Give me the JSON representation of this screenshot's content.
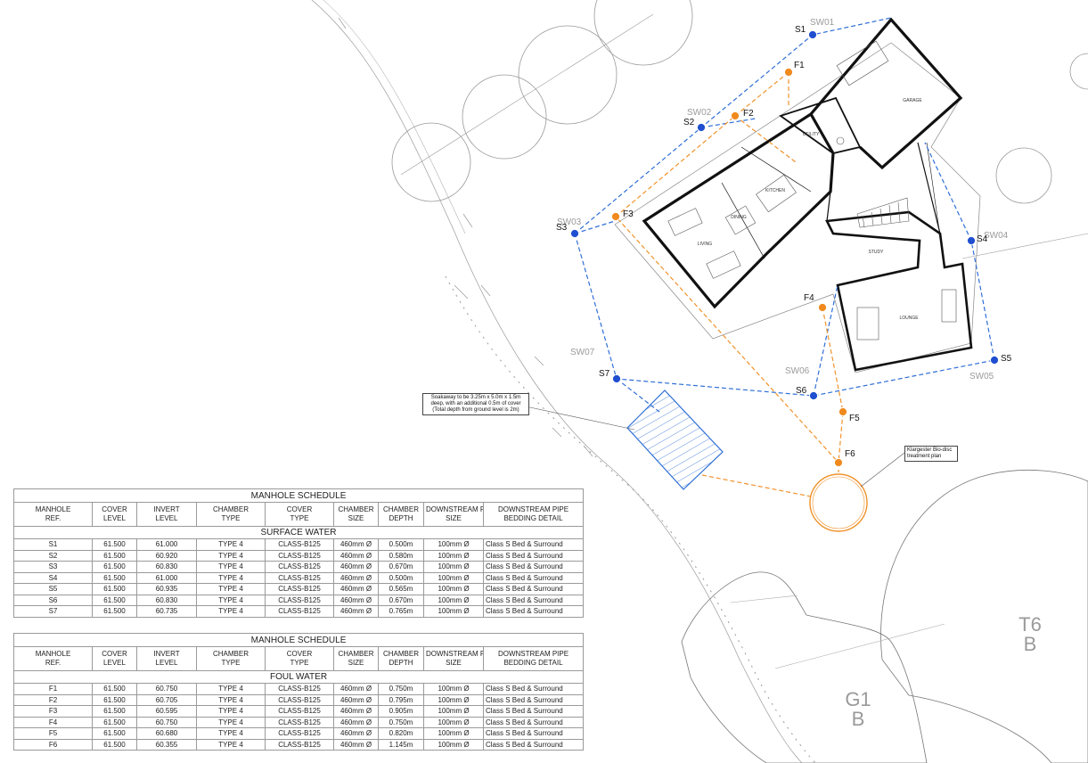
{
  "manholes": {
    "surface": [
      {
        "id": "S1",
        "label": "S1",
        "sw": "SW01"
      },
      {
        "id": "S2",
        "label": "S2",
        "sw": "SW02"
      },
      {
        "id": "S3",
        "label": "S3",
        "sw": "SW03"
      },
      {
        "id": "S4",
        "label": "S4",
        "sw": "SW04"
      },
      {
        "id": "S5",
        "label": "S5",
        "sw": "SW05"
      },
      {
        "id": "S6",
        "label": "S6",
        "sw": "SW06"
      },
      {
        "id": "S7",
        "label": "S7",
        "sw": "SW07"
      }
    ],
    "foul": [
      {
        "id": "F1",
        "label": "F1"
      },
      {
        "id": "F2",
        "label": "F2"
      },
      {
        "id": "F3",
        "label": "F3"
      },
      {
        "id": "F4",
        "label": "F4"
      },
      {
        "id": "F5",
        "label": "F5"
      },
      {
        "id": "F6",
        "label": "F6"
      }
    ]
  },
  "rooms": {
    "garage": "GARAGE",
    "utility": "UTILITY",
    "kitchen": "KITCHEN",
    "dining": "DINING",
    "living": "LIVING",
    "study": "STUDY",
    "lounge": "LOUNGE"
  },
  "tree_tags": {
    "g1_top": "G1",
    "g1_bottom": "B",
    "t6_top": "T6",
    "t6_bottom": "B"
  },
  "notes": {
    "soakaway": "Soakaway to be 3.25m x 5.0m x 1.5m deep, with an additional 0.5m of cover (Total depth from ground level is 2m)",
    "treatment": "Klargester Bio-disc treatment plan"
  },
  "schedule_headers": [
    "MANHOLE REF.",
    "COVER LEVEL",
    "INVERT LEVEL",
    "CHAMBER TYPE",
    "COVER TYPE",
    "CHAMBER SIZE",
    "CHAMBER DEPTH",
    "DOWNSTREAM PIPE SIZE",
    "DOWNSTREAM PIPE BEDDING DETAIL"
  ],
  "surface_schedule": {
    "title": "MANHOLE SCHEDULE",
    "section": "SURFACE WATER",
    "rows": [
      [
        "S1",
        "61.500",
        "61.000",
        "TYPE 4",
        "CLASS-B125",
        "460mm Ø",
        "0.500m",
        "100mm Ø",
        "Class S Bed & Surround"
      ],
      [
        "S2",
        "61.500",
        "60.920",
        "TYPE 4",
        "CLASS-B125",
        "460mm Ø",
        "0.580m",
        "100mm Ø",
        "Class S Bed & Surround"
      ],
      [
        "S3",
        "61.500",
        "60.830",
        "TYPE 4",
        "CLASS-B125",
        "460mm Ø",
        "0.670m",
        "100mm Ø",
        "Class S Bed & Surround"
      ],
      [
        "S4",
        "61.500",
        "61.000",
        "TYPE 4",
        "CLASS-B125",
        "460mm Ø",
        "0.500m",
        "100mm Ø",
        "Class S Bed & Surround"
      ],
      [
        "S5",
        "61.500",
        "60.935",
        "TYPE 4",
        "CLASS-B125",
        "460mm Ø",
        "0.565m",
        "100mm Ø",
        "Class S Bed & Surround"
      ],
      [
        "S6",
        "61.500",
        "60.830",
        "TYPE 4",
        "CLASS-B125",
        "460mm Ø",
        "0.670m",
        "100mm Ø",
        "Class S Bed & Surround"
      ],
      [
        "S7",
        "61.500",
        "60.735",
        "TYPE 4",
        "CLASS-B125",
        "460mm Ø",
        "0.765m",
        "100mm Ø",
        "Class S Bed & Surround"
      ]
    ]
  },
  "foul_schedule": {
    "title": "MANHOLE SCHEDULE",
    "section": "FOUL WATER",
    "rows": [
      [
        "F1",
        "61.500",
        "60.750",
        "TYPE 4",
        "CLASS-B125",
        "460mm Ø",
        "0.750m",
        "100mm Ø",
        "Class S Bed & Surround"
      ],
      [
        "F2",
        "61.500",
        "60.705",
        "TYPE 4",
        "CLASS-B125",
        "460mm Ø",
        "0.795m",
        "100mm Ø",
        "Class S Bed & Surround"
      ],
      [
        "F3",
        "61.500",
        "60.595",
        "TYPE 4",
        "CLASS-B125",
        "460mm Ø",
        "0.905m",
        "100mm Ø",
        "Class S Bed & Surround"
      ],
      [
        "F4",
        "61.500",
        "60.750",
        "TYPE 4",
        "CLASS-B125",
        "460mm Ø",
        "0.750m",
        "100mm Ø",
        "Class S Bed & Surround"
      ],
      [
        "F5",
        "61.500",
        "60.680",
        "TYPE 4",
        "CLASS-B125",
        "460mm Ø",
        "0.820m",
        "100mm Ø",
        "Class S Bed & Surround"
      ],
      [
        "F6",
        "61.500",
        "60.355",
        "TYPE 4",
        "CLASS-B125",
        "460mm Ø",
        "1.145m",
        "100mm Ø",
        "Class S Bed & Surround"
      ]
    ]
  },
  "colors": {
    "surface": "#2f6fd6",
    "surface_dot": "#1f4fd0",
    "foul": "#f0922b",
    "foul_dot": "#f08a1e",
    "tree": "#9a9a9a",
    "wall": "#111111",
    "sw_label": "#9a9a9a"
  }
}
